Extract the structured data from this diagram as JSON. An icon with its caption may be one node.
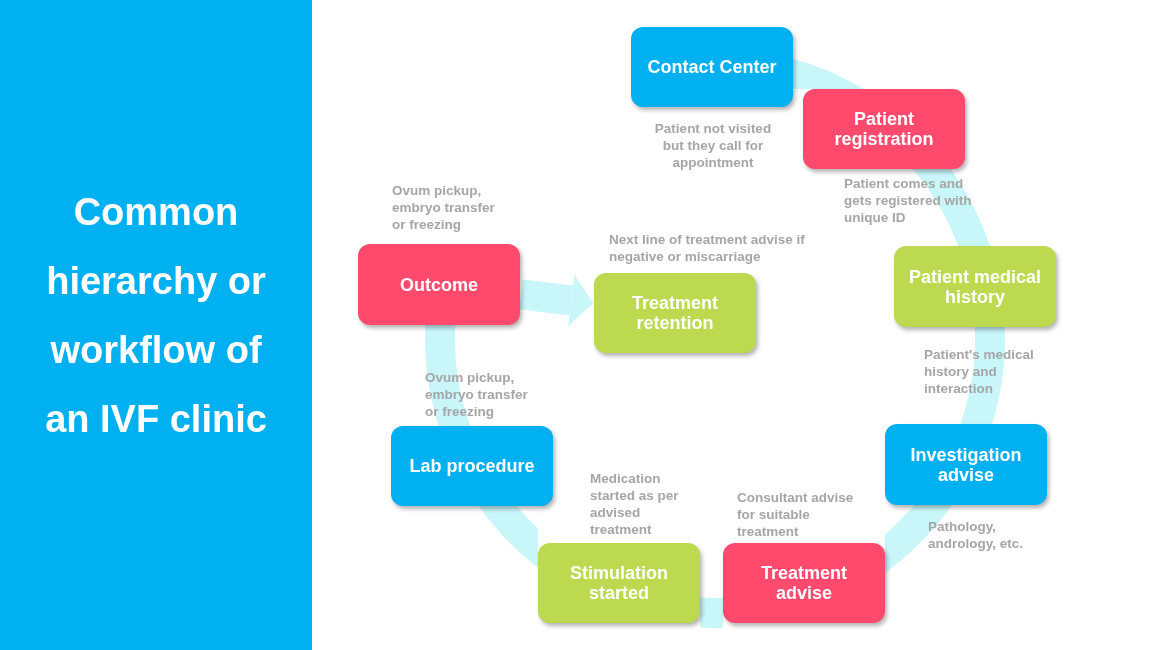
{
  "diagram": {
    "title": "Common hierarchy or workflow of an IVF clinic",
    "nodes": [
      {
        "text": [
          "Contact Center"
        ],
        "beside": [
          "Patient not visited but they call for appointment"
        ]
      },
      {
        "text": [
          "Patient registration"
        ],
        "beside": [
          "Patient comes and gets registered with unique ID"
        ]
      },
      {
        "text": [
          "Patient medical history"
        ],
        "beside": [
          "Patient's medical history and interaction"
        ]
      },
      {
        "text": [
          "Investigation advise"
        ],
        "beside": [
          "Pathology, andrology, etc."
        ]
      },
      {
        "text": [
          "Treatment advise"
        ],
        "beside": [
          "Consultant advise for suitable treatment"
        ]
      },
      {
        "text": [
          "Stimulation started"
        ],
        "beside": [
          "Medication started as per advised treatment"
        ]
      },
      {
        "text": [
          "Lab procedure"
        ],
        "beside": [
          "Ovum pickup, embryo transfer or freezing"
        ]
      },
      {
        "text": [
          "Outcome"
        ],
        "beside": [
          "Ovum pickup, embryo transfer or freezing"
        ]
      },
      {
        "text": [
          "Treatment retention"
        ],
        "beside": [
          "Next line of treatment advise if negative or miscarriage"
        ]
      }
    ],
    "edges": [
      {
        "from": 0,
        "to": 1,
        "arrow": "none"
      },
      {
        "from": 1,
        "to": 2,
        "arrow": "none"
      },
      {
        "from": 2,
        "to": 3,
        "arrow": "none"
      },
      {
        "from": 3,
        "to": 4,
        "arrow": "none"
      },
      {
        "from": 4,
        "to": 5,
        "arrow": "none"
      },
      {
        "from": 5,
        "to": 6,
        "arrow": "none"
      },
      {
        "from": 6,
        "to": 7,
        "arrow": "none"
      },
      {
        "from": 7,
        "to": 8,
        "arrow": "to"
      }
    ]
  }
}
